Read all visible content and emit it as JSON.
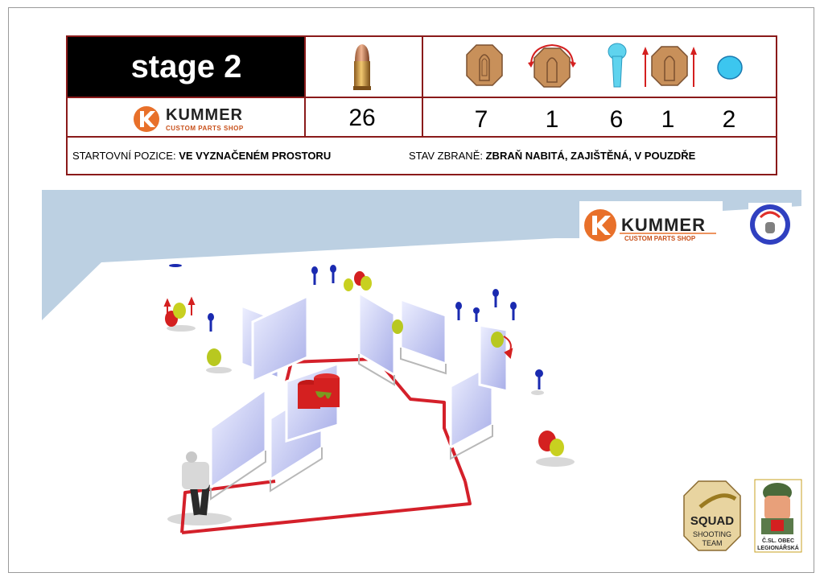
{
  "stage": {
    "title": "stage 2"
  },
  "rounds": "26",
  "target_counts": [
    "7",
    "1",
    "6",
    "1",
    "2"
  ],
  "sponsor": {
    "name": "KUMMER",
    "tagline": "CUSTOM PARTS SHOP"
  },
  "start": {
    "label": "STARTOVNÍ POZICE:",
    "value": "VE VYZNAČENÉM PROSTORU"
  },
  "weapon": {
    "label": "STAV ZBRANĚ:",
    "value": "ZBRAŇ NABITÁ, ZAJIŠTĚNÁ, V POUZDŘE"
  },
  "team_logo": {
    "line1": "SQUAD",
    "line2": "SHOOTING",
    "line3": "TEAM"
  },
  "legion_logo": {
    "line1": "Č.SL. OBEC",
    "line2": "LEGIONÁŘSKÁ"
  },
  "icons": [
    "cartridge-icon",
    "paper-target-icon",
    "swinging-target-icon",
    "popper-icon",
    "rising-target-icon",
    "plate-icon"
  ],
  "colors": {
    "border": "#8a1a1a",
    "target_brown": "#c8905a",
    "popper_cyan": "#5fd3ee",
    "arrow_red": "#d42020",
    "floor_blue": "#bcd0e2",
    "fault_line": "#d4202a"
  }
}
